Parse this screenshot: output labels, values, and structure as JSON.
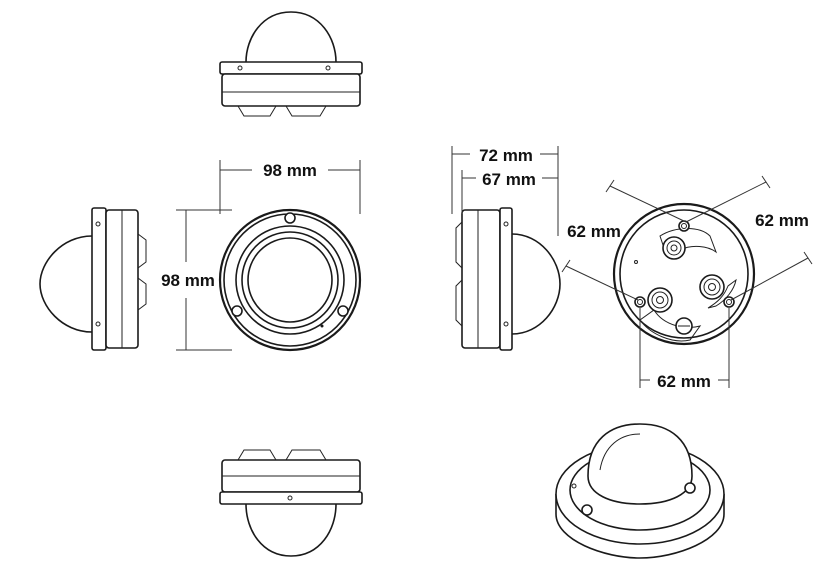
{
  "labels": {
    "front_width": "98 mm",
    "front_height": "98 mm",
    "side_depth_outer": "72 mm",
    "side_depth_inner": "67 mm",
    "mount_left": "62 mm",
    "mount_right": "62 mm",
    "mount_bottom": "62 mm"
  },
  "colors": {
    "line": "#1a1a1a",
    "background": "#ffffff"
  }
}
